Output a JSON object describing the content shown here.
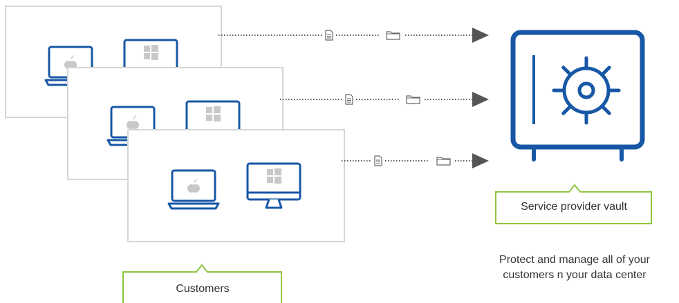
{
  "colors": {
    "primary_blue": "#1757a6",
    "panel_border": "#d6d6d6",
    "callout_green": "#8dc63f",
    "arrow_gray": "#555555",
    "text": "#333333",
    "os_glyph": "#c8c8c8"
  },
  "icons": [
    "laptop-apple-icon",
    "monitor-windows-icon",
    "document-icon",
    "folder-icon",
    "arrow-head-icon",
    "vault-safe-icon"
  ],
  "vault_label": "Service provider vault",
  "customers_label": "Customers",
  "caption": {
    "line1": "Protect and manage all of your",
    "line2": "customers n your data center"
  }
}
